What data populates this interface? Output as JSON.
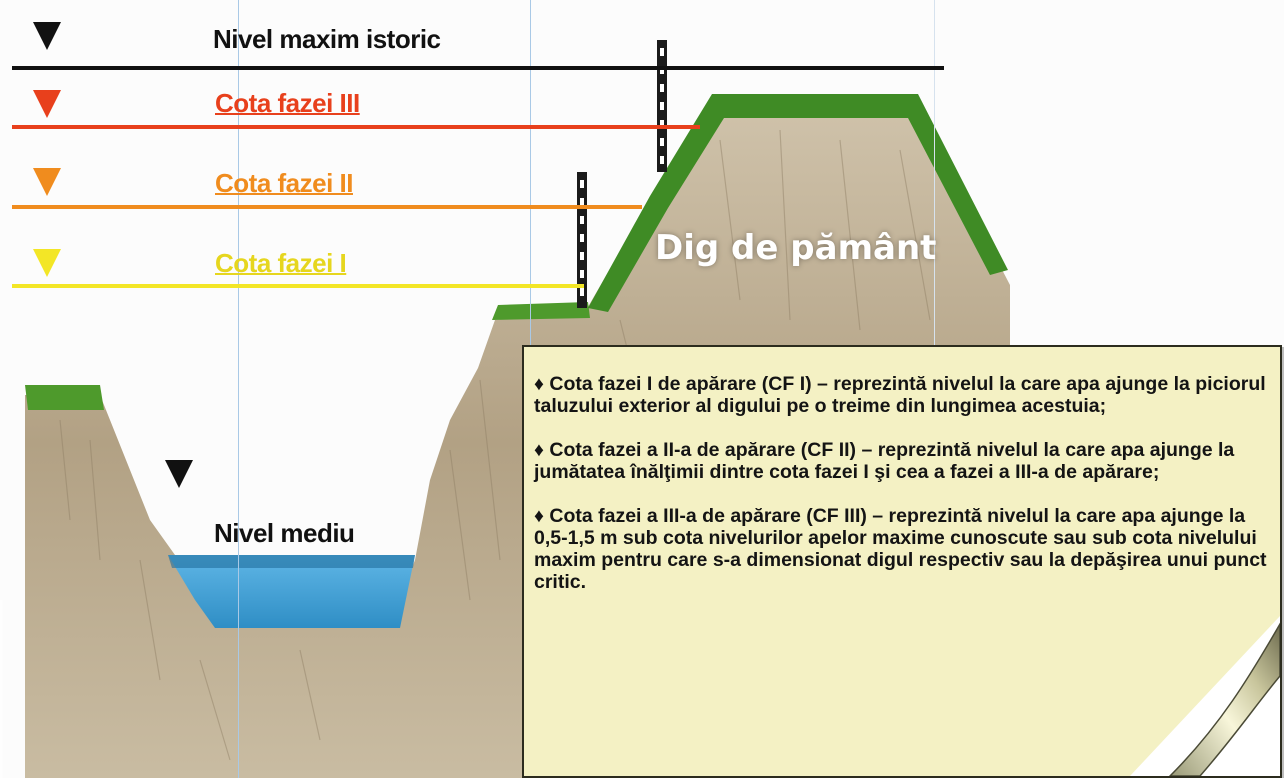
{
  "levels": [
    {
      "label": "Nivel maxim istoric",
      "color": "#111111"
    },
    {
      "label": "Cota fazei III",
      "color": "#e8401c"
    },
    {
      "label": "Cota fazei II",
      "color": "#f08c1e"
    },
    {
      "label": "Cota fazei I",
      "color": "#f3e626"
    }
  ],
  "nivel_mediu": {
    "label": "Nivel mediu",
    "water_color": "#3d9fd6"
  },
  "dig_label": "Dig de pământ",
  "notes": [
    "♦ Cota fazei I de apărare (CF I) – reprezintă nivelul la care apa ajunge la piciorul taluzului exterior al digului pe o treime din lungimea acestuia;",
    "♦ Cota fazei a II-a de apărare (CF II) – reprezintă nivelul la care apa ajunge la jumătatea înălţimii dintre cota fazei I şi cea a fazei a III-a de apărare;",
    "♦ Cota fazei a III-a de apărare (CF III) – reprezintă nivelul la care apa ajunge la 0,5-1,5 m sub cota nivelurilor apelor maxime cunoscute sau sub cota nivelului maxim pentru care s-a dimensionat digul respectiv sau la depăşirea unui punct critic."
  ],
  "colors": {
    "ground": "#b9a88c",
    "grass": "#4e9a2c",
    "note_bg": "#f4f1c4"
  }
}
